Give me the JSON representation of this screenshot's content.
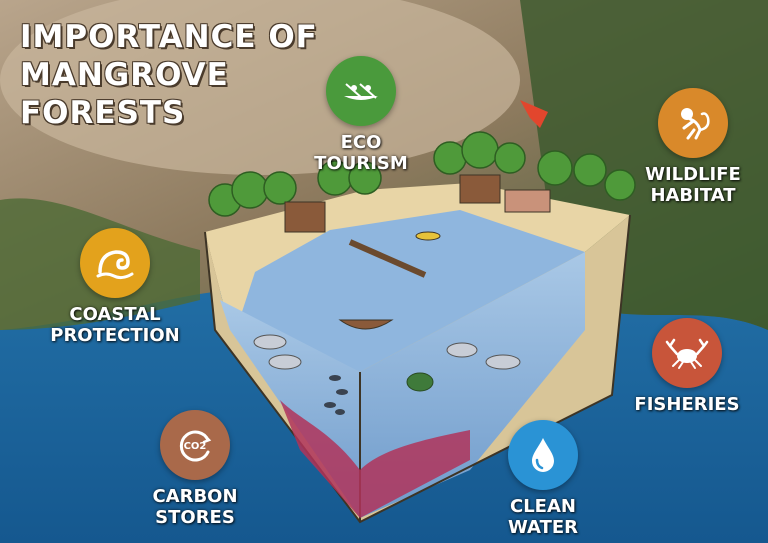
{
  "title_lines": [
    "IMPORTANCE OF",
    "MANGROVE",
    "FORESTS"
  ],
  "colors": {
    "eco_tourism": "#4a9a3c",
    "wildlife_habitat": "#d9892a",
    "coastal_protection": "#e3a21c",
    "fisheries": "#c8553a",
    "carbon_stores": "#a9694a",
    "clean_water": "#2a93d5"
  },
  "benefits": {
    "eco_tourism": {
      "lines": [
        "ECO",
        "TOURISM"
      ],
      "icon": "kayak-icon"
    },
    "wildlife_habitat": {
      "lines": [
        "WILDLIFE",
        "HABITAT"
      ],
      "icon": "monkey-icon"
    },
    "coastal_protection": {
      "lines": [
        "COASTAL",
        "PROTECTION"
      ],
      "icon": "wave-icon"
    },
    "fisheries": {
      "lines": [
        "FISHERIES"
      ],
      "icon": "crab-icon"
    },
    "carbon_stores": {
      "lines": [
        "CARBON",
        "STORES"
      ],
      "icon": "co2-icon",
      "icon_text": "CO2"
    },
    "clean_water": {
      "lines": [
        "CLEAN",
        "WATER"
      ],
      "icon": "water-drop-icon"
    }
  }
}
